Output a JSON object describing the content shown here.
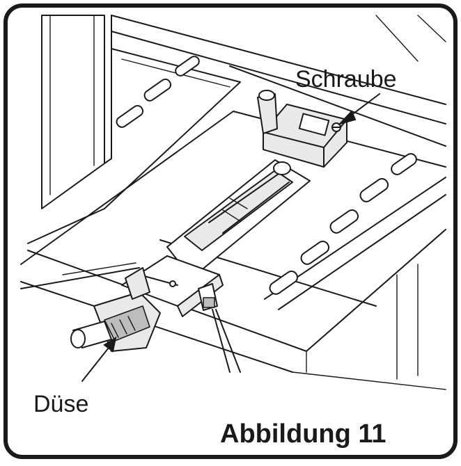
{
  "labels": {
    "screw": "Schraube",
    "nozzle": "Düse",
    "figure_caption": "Abbildung 11"
  },
  "colors": {
    "line": "#1a1a1a",
    "frame": "#1a1a1a",
    "background": "#ffffff",
    "shade": "#e9e9e9"
  }
}
